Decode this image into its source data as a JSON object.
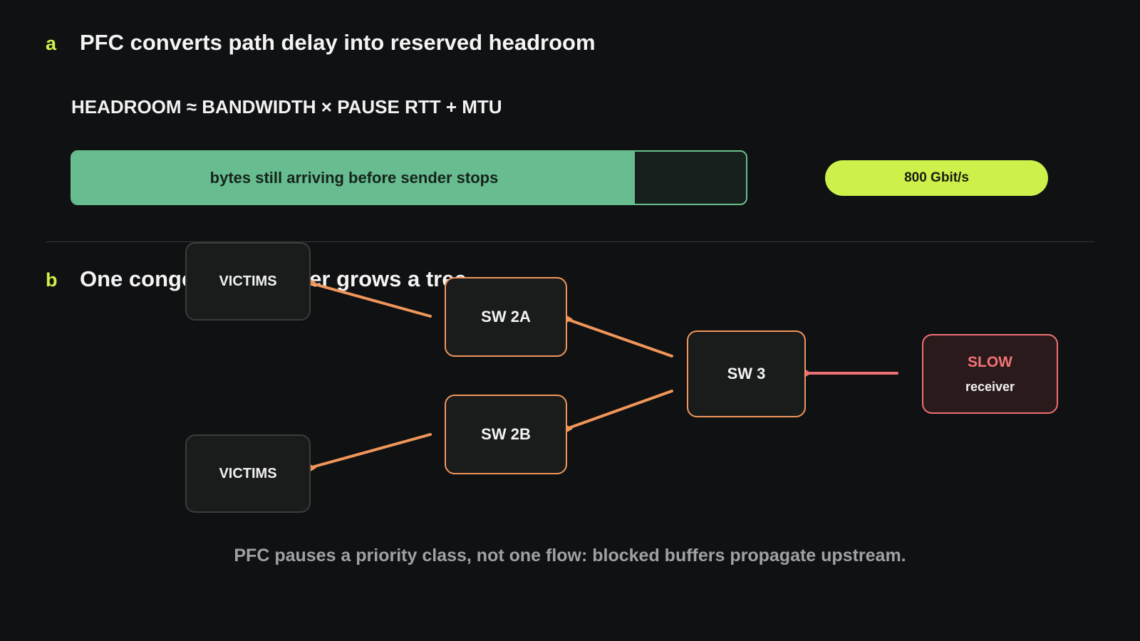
{
  "panel_a": {
    "letter": "a",
    "title": "PFC converts path delay into reserved headroom",
    "formula": "HEADROOM ≈ BANDWIDTH × PAUSE RTT + MTU",
    "bar": {
      "label": "bytes still arriving before sender stops",
      "fill_fraction": 0.835
    },
    "rate": "800 Gbit/s"
  },
  "panel_b": {
    "letter": "b",
    "title": "One congested receiver grows a tree",
    "nodes": {
      "victims_top": "VICTIMS",
      "victims_bottom": "VICTIMS",
      "sw2a": "SW 2A",
      "sw2b": "SW 2B",
      "sw3": "SW 3",
      "slow_title": "SLOW",
      "slow_sub": "receiver"
    },
    "caption": "PFC pauses a priority class, not one flow: blocked buffers propagate upstream."
  },
  "colors": {
    "accent": "#cdf04a",
    "green": "#67bd8f",
    "orange": "#f0965a",
    "red": "#ee6f73",
    "background": "#101113"
  }
}
